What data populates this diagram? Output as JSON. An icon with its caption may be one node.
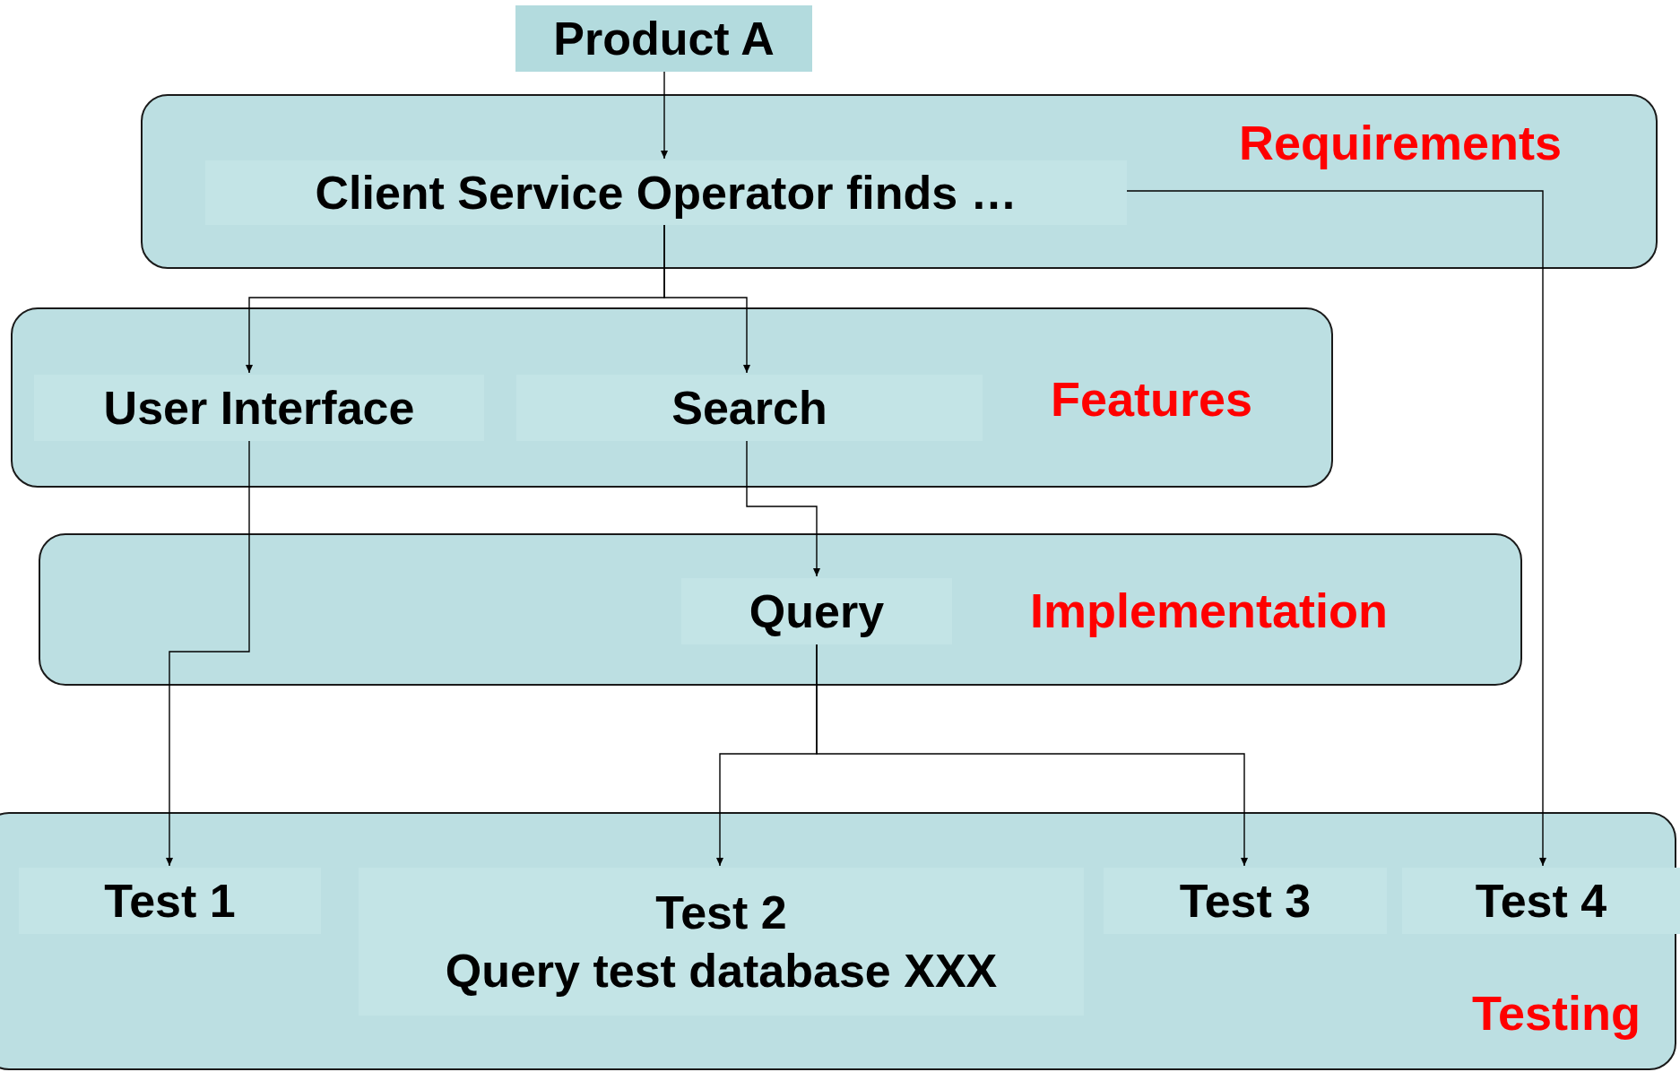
{
  "diagram": {
    "nodes": [
      {
        "text": [
          "Product A"
        ]
      },
      {
        "text": [
          "Requirements"
        ]
      },
      {
        "text": [
          "Client Service Operator finds …"
        ],
        "in": 1
      },
      {
        "text": [
          "Features"
        ]
      },
      {
        "text": [
          "User Interface"
        ],
        "in": 3
      },
      {
        "text": [
          "Search"
        ],
        "in": 3
      },
      {
        "text": [
          "Implementation"
        ]
      },
      {
        "text": [
          "Query"
        ],
        "in": 6
      },
      {
        "text": [
          "Testing"
        ]
      },
      {
        "text": [
          "Test 1"
        ],
        "in": 8
      },
      {
        "text": [
          "Test 2",
          "Query test database XXX"
        ],
        "in": 8
      },
      {
        "text": [
          "Test 3"
        ],
        "in": 8
      },
      {
        "text": [
          "Test 4"
        ],
        "in": 8
      }
    ],
    "edges": [
      {
        "from": 0,
        "to": 2,
        "arrow": "to"
      },
      {
        "from": 2,
        "to": 4,
        "arrow": "to"
      },
      {
        "from": 2,
        "to": 5,
        "arrow": "to"
      },
      {
        "from": 2,
        "to": 12,
        "arrow": "to"
      },
      {
        "from": 4,
        "to": 9,
        "arrow": "to"
      },
      {
        "from": 5,
        "to": 7,
        "arrow": "to"
      },
      {
        "from": 7,
        "to": 10,
        "arrow": "to"
      },
      {
        "from": 7,
        "to": 11,
        "arrow": "to"
      }
    ]
  }
}
